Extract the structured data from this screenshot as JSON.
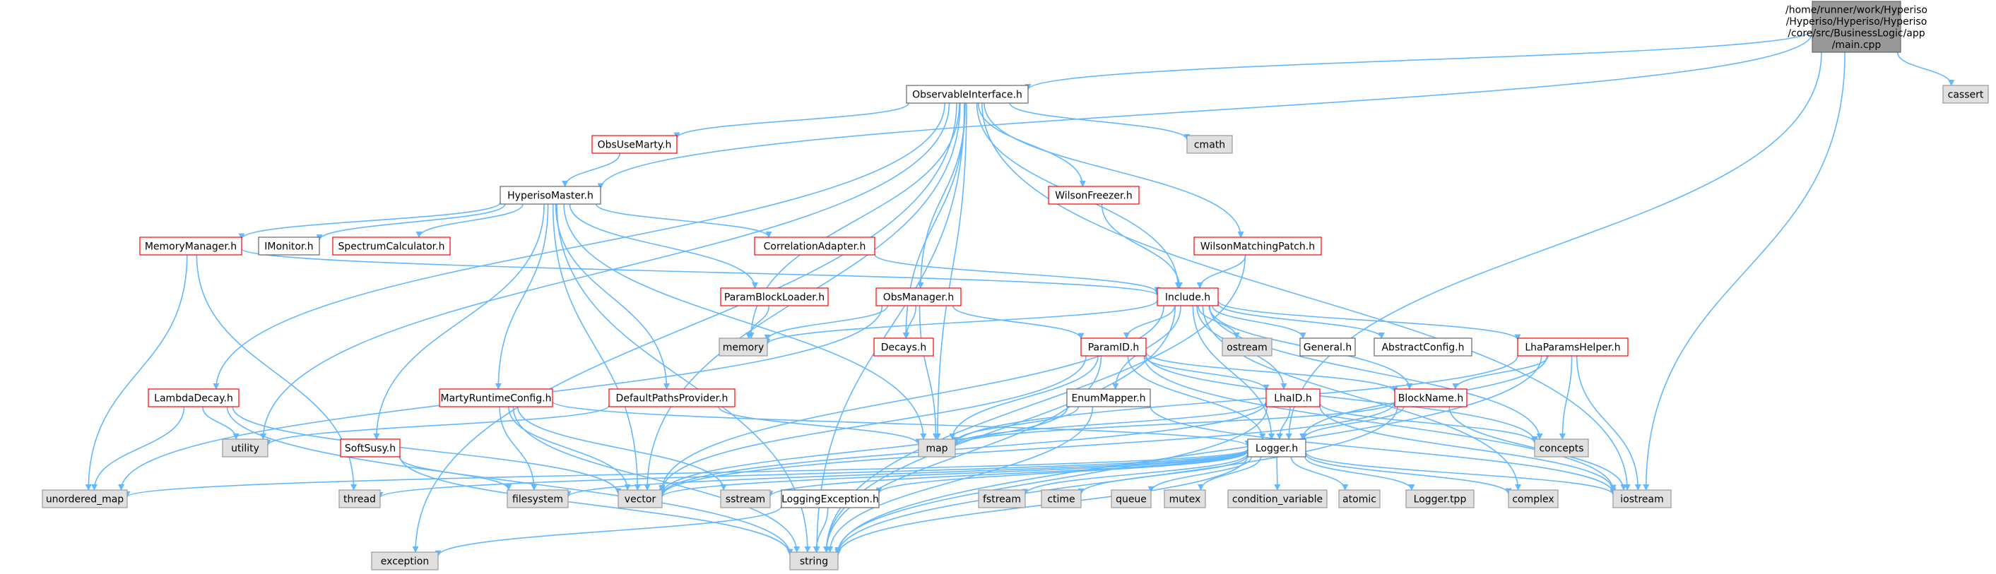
{
  "colors": {
    "edge": "#63b8ff",
    "root_fill": "#999999",
    "root_stroke": "#666666",
    "doc_fill": "#ffffff",
    "doc_stroke": "#666666",
    "incomplete_stroke": "#ff0000",
    "system_fill": "#e0e0e0",
    "system_stroke": "#999999",
    "text": "#000000"
  },
  "nodes": [
    {
      "id": "main",
      "kind": "root",
      "lines": [
        "/home/runner/work/Hyperiso",
        "/Hyperiso/Hyperiso/Hyperiso",
        "/core/src/BusinessLogic/app",
        "/main.cpp"
      ]
    },
    {
      "id": "cassert",
      "kind": "system",
      "lines": [
        "cassert"
      ]
    },
    {
      "id": "observable",
      "kind": "doc",
      "lines": [
        "ObservableInterface.h"
      ]
    },
    {
      "id": "obsusemarty",
      "kind": "incomplete",
      "lines": [
        "ObsUseMarty.h"
      ]
    },
    {
      "id": "cmath",
      "kind": "system",
      "lines": [
        "cmath"
      ]
    },
    {
      "id": "hypermaster",
      "kind": "doc",
      "lines": [
        "HyperisoMaster.h"
      ]
    },
    {
      "id": "wilsonfreezer",
      "kind": "incomplete",
      "lines": [
        "WilsonFreezer.h"
      ]
    },
    {
      "id": "memorymanager",
      "kind": "incomplete",
      "lines": [
        "MemoryManager.h"
      ]
    },
    {
      "id": "imonitor",
      "kind": "doc",
      "lines": [
        "IMonitor.h"
      ]
    },
    {
      "id": "spectrumcalc",
      "kind": "incomplete",
      "lines": [
        "SpectrumCalculator.h"
      ]
    },
    {
      "id": "correlationadapter",
      "kind": "incomplete",
      "lines": [
        "CorrelationAdapter.h"
      ]
    },
    {
      "id": "wilsonmatching",
      "kind": "incomplete",
      "lines": [
        "WilsonMatchingPatch.h"
      ]
    },
    {
      "id": "include",
      "kind": "incomplete",
      "lines": [
        "Include.h"
      ]
    },
    {
      "id": "paramblockloader",
      "kind": "incomplete",
      "lines": [
        "ParamBlockLoader.h"
      ]
    },
    {
      "id": "obsmanager",
      "kind": "incomplete",
      "lines": [
        "ObsManager.h"
      ]
    },
    {
      "id": "memory",
      "kind": "system",
      "lines": [
        "memory"
      ]
    },
    {
      "id": "decays",
      "kind": "incomplete",
      "lines": [
        "Decays.h"
      ]
    },
    {
      "id": "ostream",
      "kind": "system",
      "lines": [
        "ostream"
      ]
    },
    {
      "id": "general",
      "kind": "doc",
      "lines": [
        "General.h"
      ]
    },
    {
      "id": "abstractconfig",
      "kind": "doc",
      "lines": [
        "AbstractConfig.h"
      ]
    },
    {
      "id": "lhaparams",
      "kind": "incomplete",
      "lines": [
        "LhaParamsHelper.h"
      ]
    },
    {
      "id": "paramid",
      "kind": "incomplete",
      "lines": [
        "ParamID.h"
      ]
    },
    {
      "id": "lambdadecay",
      "kind": "incomplete",
      "lines": [
        "LambdaDecay.h"
      ]
    },
    {
      "id": "martyruntime",
      "kind": "incomplete",
      "lines": [
        "MartyRuntimeConfig.h"
      ]
    },
    {
      "id": "defaultpaths",
      "kind": "incomplete",
      "lines": [
        "DefaultPathsProvider.h"
      ]
    },
    {
      "id": "enummapper",
      "kind": "doc",
      "lines": [
        "EnumMapper.h"
      ]
    },
    {
      "id": "lhaid",
      "kind": "incomplete",
      "lines": [
        "LhaID.h"
      ]
    },
    {
      "id": "blockname",
      "kind": "incomplete",
      "lines": [
        "BlockName.h"
      ]
    },
    {
      "id": "utility",
      "kind": "system",
      "lines": [
        "utility"
      ]
    },
    {
      "id": "softsusy",
      "kind": "incomplete",
      "lines": [
        "SoftSusy.h"
      ]
    },
    {
      "id": "map",
      "kind": "system",
      "lines": [
        "map"
      ]
    },
    {
      "id": "concepts",
      "kind": "system",
      "lines": [
        "concepts"
      ]
    },
    {
      "id": "logger",
      "kind": "doc",
      "lines": [
        "Logger.h"
      ]
    },
    {
      "id": "unordered_map",
      "kind": "system",
      "lines": [
        "unordered_map"
      ]
    },
    {
      "id": "thread",
      "kind": "system",
      "lines": [
        "thread"
      ]
    },
    {
      "id": "filesystem",
      "kind": "system",
      "lines": [
        "filesystem"
      ]
    },
    {
      "id": "vector",
      "kind": "system",
      "lines": [
        "vector"
      ]
    },
    {
      "id": "sstream",
      "kind": "system",
      "lines": [
        "sstream"
      ]
    },
    {
      "id": "loggingexception",
      "kind": "doc",
      "lines": [
        "LoggingException.h"
      ]
    },
    {
      "id": "fstream",
      "kind": "system",
      "lines": [
        "fstream"
      ]
    },
    {
      "id": "ctime",
      "kind": "system",
      "lines": [
        "ctime"
      ]
    },
    {
      "id": "queue",
      "kind": "system",
      "lines": [
        "queue"
      ]
    },
    {
      "id": "mutex",
      "kind": "system",
      "lines": [
        "mutex"
      ]
    },
    {
      "id": "condition_variable",
      "kind": "system",
      "lines": [
        "condition_variable"
      ]
    },
    {
      "id": "atomic",
      "kind": "system",
      "lines": [
        "atomic"
      ]
    },
    {
      "id": "loggertpp",
      "kind": "system",
      "lines": [
        "Logger.tpp"
      ]
    },
    {
      "id": "complex",
      "kind": "system",
      "lines": [
        "complex"
      ]
    },
    {
      "id": "iostream",
      "kind": "system",
      "lines": [
        "iostream"
      ]
    },
    {
      "id": "exception",
      "kind": "system",
      "lines": [
        "exception"
      ]
    },
    {
      "id": "string",
      "kind": "system",
      "lines": [
        "string"
      ]
    }
  ],
  "edges": [
    [
      "main",
      "cassert"
    ],
    [
      "main",
      "observable"
    ],
    [
      "main",
      "hypermaster"
    ],
    [
      "main",
      "logger"
    ],
    [
      "main",
      "iostream"
    ],
    [
      "observable",
      "obsusemarty"
    ],
    [
      "observable",
      "cmath"
    ],
    [
      "observable",
      "wilsonfreezer"
    ],
    [
      "observable",
      "wilsonmatching"
    ],
    [
      "observable",
      "include"
    ],
    [
      "observable",
      "obsmanager"
    ],
    [
      "observable",
      "memory"
    ],
    [
      "observable",
      "decays"
    ],
    [
      "observable",
      "map"
    ],
    [
      "observable",
      "vector"
    ],
    [
      "observable",
      "utility"
    ],
    [
      "observable",
      "lambdadecay"
    ],
    [
      "observable",
      "iostream"
    ],
    [
      "observable",
      "string"
    ],
    [
      "observable",
      "exception"
    ],
    [
      "obsusemarty",
      "hypermaster"
    ],
    [
      "hypermaster",
      "memorymanager"
    ],
    [
      "hypermaster",
      "imonitor"
    ],
    [
      "hypermaster",
      "spectrumcalc"
    ],
    [
      "hypermaster",
      "correlationadapter"
    ],
    [
      "hypermaster",
      "paramblockloader"
    ],
    [
      "hypermaster",
      "defaultpaths"
    ],
    [
      "hypermaster",
      "martyruntime"
    ],
    [
      "hypermaster",
      "softsusy"
    ],
    [
      "hypermaster",
      "vector"
    ],
    [
      "hypermaster",
      "string"
    ],
    [
      "hypermaster",
      "map"
    ],
    [
      "wilsonfreezer",
      "include"
    ],
    [
      "correlationadapter",
      "include"
    ],
    [
      "wilsonmatching",
      "include"
    ],
    [
      "wilsonmatching",
      "string"
    ],
    [
      "memorymanager",
      "include"
    ],
    [
      "memorymanager",
      "unordered_map"
    ],
    [
      "memorymanager",
      "thread"
    ],
    [
      "paramblockloader",
      "memory"
    ],
    [
      "obsmanager",
      "memory"
    ],
    [
      "obsmanager",
      "decays"
    ],
    [
      "obsmanager",
      "paramid"
    ],
    [
      "obsmanager",
      "map"
    ],
    [
      "obsmanager",
      "unordered_map"
    ],
    [
      "include",
      "memory"
    ],
    [
      "include",
      "ostream"
    ],
    [
      "include",
      "general"
    ],
    [
      "include",
      "abstractconfig"
    ],
    [
      "include",
      "lhaparams"
    ],
    [
      "include",
      "paramid"
    ],
    [
      "include",
      "enummapper"
    ],
    [
      "include",
      "lhaid"
    ],
    [
      "include",
      "blockname"
    ],
    [
      "include",
      "logger"
    ],
    [
      "include",
      "concepts"
    ],
    [
      "include",
      "complex"
    ],
    [
      "include",
      "vector"
    ],
    [
      "include",
      "string"
    ],
    [
      "lhaparams",
      "blockname"
    ],
    [
      "lhaparams",
      "logger"
    ],
    [
      "lhaparams",
      "concepts"
    ],
    [
      "lhaparams",
      "iostream"
    ],
    [
      "lhaparams",
      "map"
    ],
    [
      "lhaparams",
      "string"
    ],
    [
      "paramid",
      "lhaid"
    ],
    [
      "paramid",
      "blockname"
    ],
    [
      "paramid",
      "logger"
    ],
    [
      "paramid",
      "map"
    ],
    [
      "paramid",
      "concepts"
    ],
    [
      "paramid",
      "vector"
    ],
    [
      "paramid",
      "iostream"
    ],
    [
      "paramid",
      "string"
    ],
    [
      "lambdadecay",
      "utility"
    ],
    [
      "lambdadecay",
      "unordered_map"
    ],
    [
      "lambdadecay",
      "vector"
    ],
    [
      "lambdadecay",
      "string"
    ],
    [
      "martyruntime",
      "logger"
    ],
    [
      "martyruntime",
      "filesystem"
    ],
    [
      "martyruntime",
      "vector"
    ],
    [
      "martyruntime",
      "sstream"
    ],
    [
      "martyruntime",
      "string"
    ],
    [
      "defaultpaths",
      "map"
    ],
    [
      "defaultpaths",
      "utility"
    ],
    [
      "enummapper",
      "map"
    ],
    [
      "enummapper",
      "vector"
    ],
    [
      "enummapper",
      "iostream"
    ],
    [
      "enummapper",
      "string"
    ],
    [
      "lhaid",
      "logger"
    ],
    [
      "lhaid",
      "map"
    ],
    [
      "lhaid",
      "concepts"
    ],
    [
      "lhaid",
      "vector"
    ],
    [
      "lhaid",
      "string"
    ],
    [
      "lhaid",
      "iostream"
    ],
    [
      "blockname",
      "logger"
    ],
    [
      "blockname",
      "map"
    ],
    [
      "blockname",
      "vector"
    ],
    [
      "blockname",
      "iostream"
    ],
    [
      "blockname",
      "string"
    ],
    [
      "softsusy",
      "filesystem"
    ],
    [
      "softsusy",
      "string"
    ],
    [
      "logger",
      "unordered_map"
    ],
    [
      "logger",
      "thread"
    ],
    [
      "logger",
      "filesystem"
    ],
    [
      "logger",
      "vector"
    ],
    [
      "logger",
      "sstream"
    ],
    [
      "logger",
      "loggingexception"
    ],
    [
      "logger",
      "fstream"
    ],
    [
      "logger",
      "ctime"
    ],
    [
      "logger",
      "queue"
    ],
    [
      "logger",
      "mutex"
    ],
    [
      "logger",
      "condition_variable"
    ],
    [
      "logger",
      "atomic"
    ],
    [
      "logger",
      "loggertpp"
    ],
    [
      "logger",
      "complex"
    ],
    [
      "logger",
      "iostream"
    ],
    [
      "logger",
      "string"
    ],
    [
      "loggingexception",
      "exception"
    ],
    [
      "loggingexception",
      "string"
    ]
  ]
}
